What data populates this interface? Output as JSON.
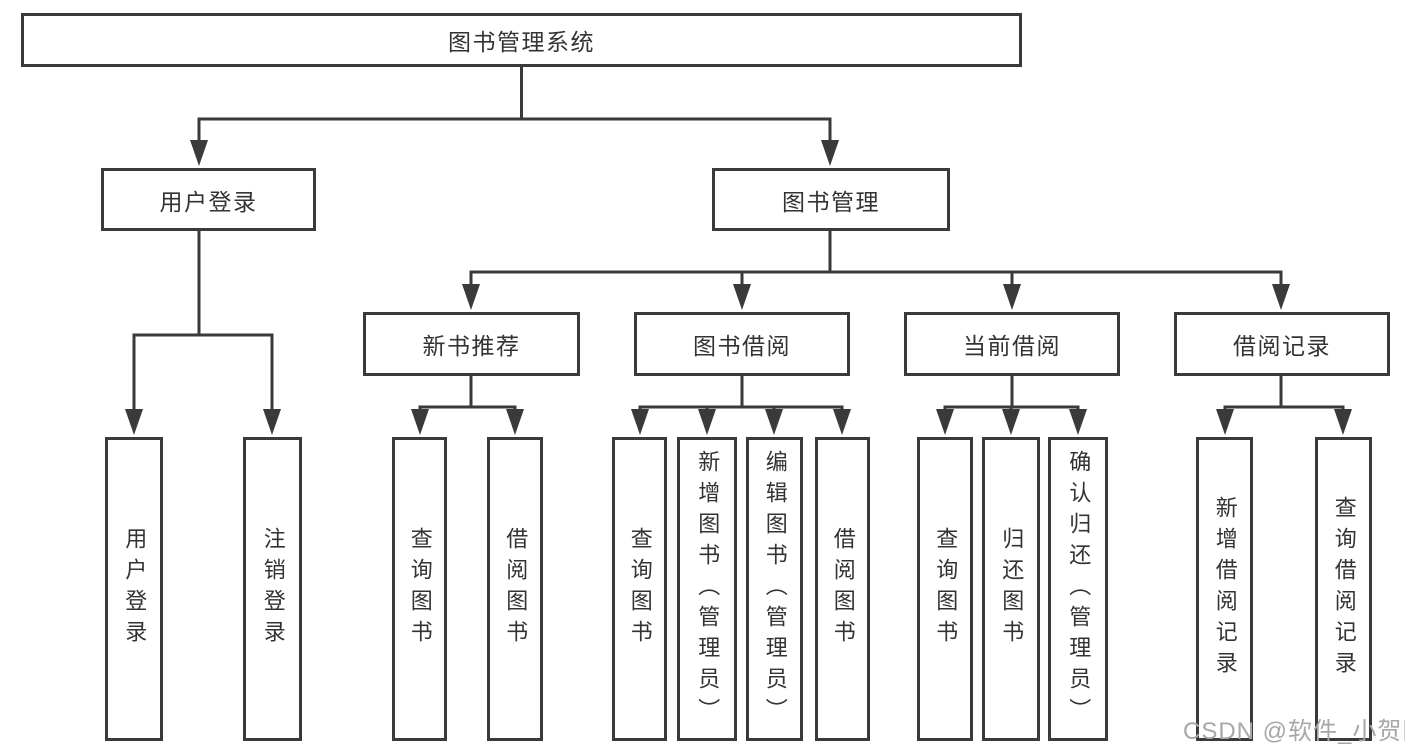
{
  "diagram": {
    "root": "图书管理系统",
    "level2": [
      "用户登录",
      "图书管理"
    ],
    "level3": [
      "新书推荐",
      "图书借阅",
      "当前借阅",
      "借阅记录"
    ],
    "leaves": {
      "user_login": [
        "用户登录",
        "注销登录"
      ],
      "new_books": [
        "查询图书",
        "借阅图书"
      ],
      "borrowing": [
        "查询图书",
        "新增图书（管理员）",
        "编辑图书（管理员）",
        "借阅图书"
      ],
      "current": [
        "查询图书",
        "归还图书",
        "确认归还（管理员）"
      ],
      "records": [
        "新增借阅记录",
        "查询借阅记录"
      ]
    }
  },
  "watermark": "CSDN @软件_小贺同学",
  "colors": {
    "line": "#3a3a3a",
    "text": "#333333",
    "watermark": "#a7a7a7",
    "background": "#ffffff"
  }
}
